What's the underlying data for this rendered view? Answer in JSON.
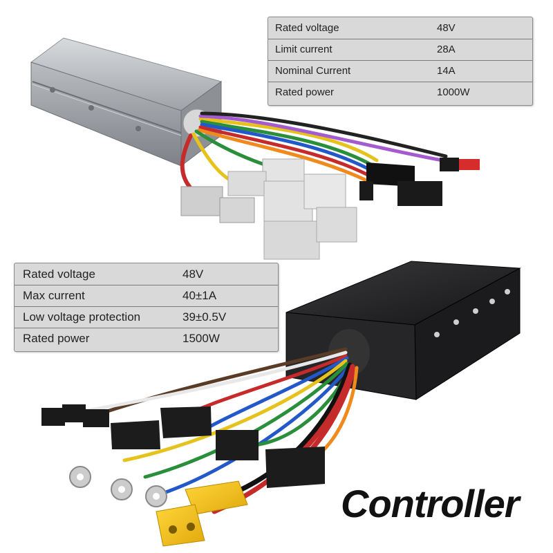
{
  "top_specs": [
    {
      "label": "Rated voltage",
      "value": "48V"
    },
    {
      "label": "Limit current",
      "value": "28A"
    },
    {
      "label": "Nominal Current",
      "value": "14A"
    },
    {
      "label": "Rated power",
      "value": "1000W"
    }
  ],
  "bottom_specs": [
    {
      "label": "Rated voltage",
      "value": "48V"
    },
    {
      "label": "Max current",
      "value": "40±1A"
    },
    {
      "label": "Low voltage protection",
      "value": "39±0.5V"
    },
    {
      "label": "Rated power",
      "value": "1500W"
    }
  ],
  "caption": "Controller",
  "colors": {
    "silver_body": "#a9acb0",
    "black_body": "#1c1c1e",
    "xt_connector": "#f2c21b",
    "table_bg": "#d9d9d9"
  },
  "icons": [
    "silver-controller-image",
    "black-controller-image",
    "wire-harness-image",
    "xt-power-connector-image"
  ]
}
